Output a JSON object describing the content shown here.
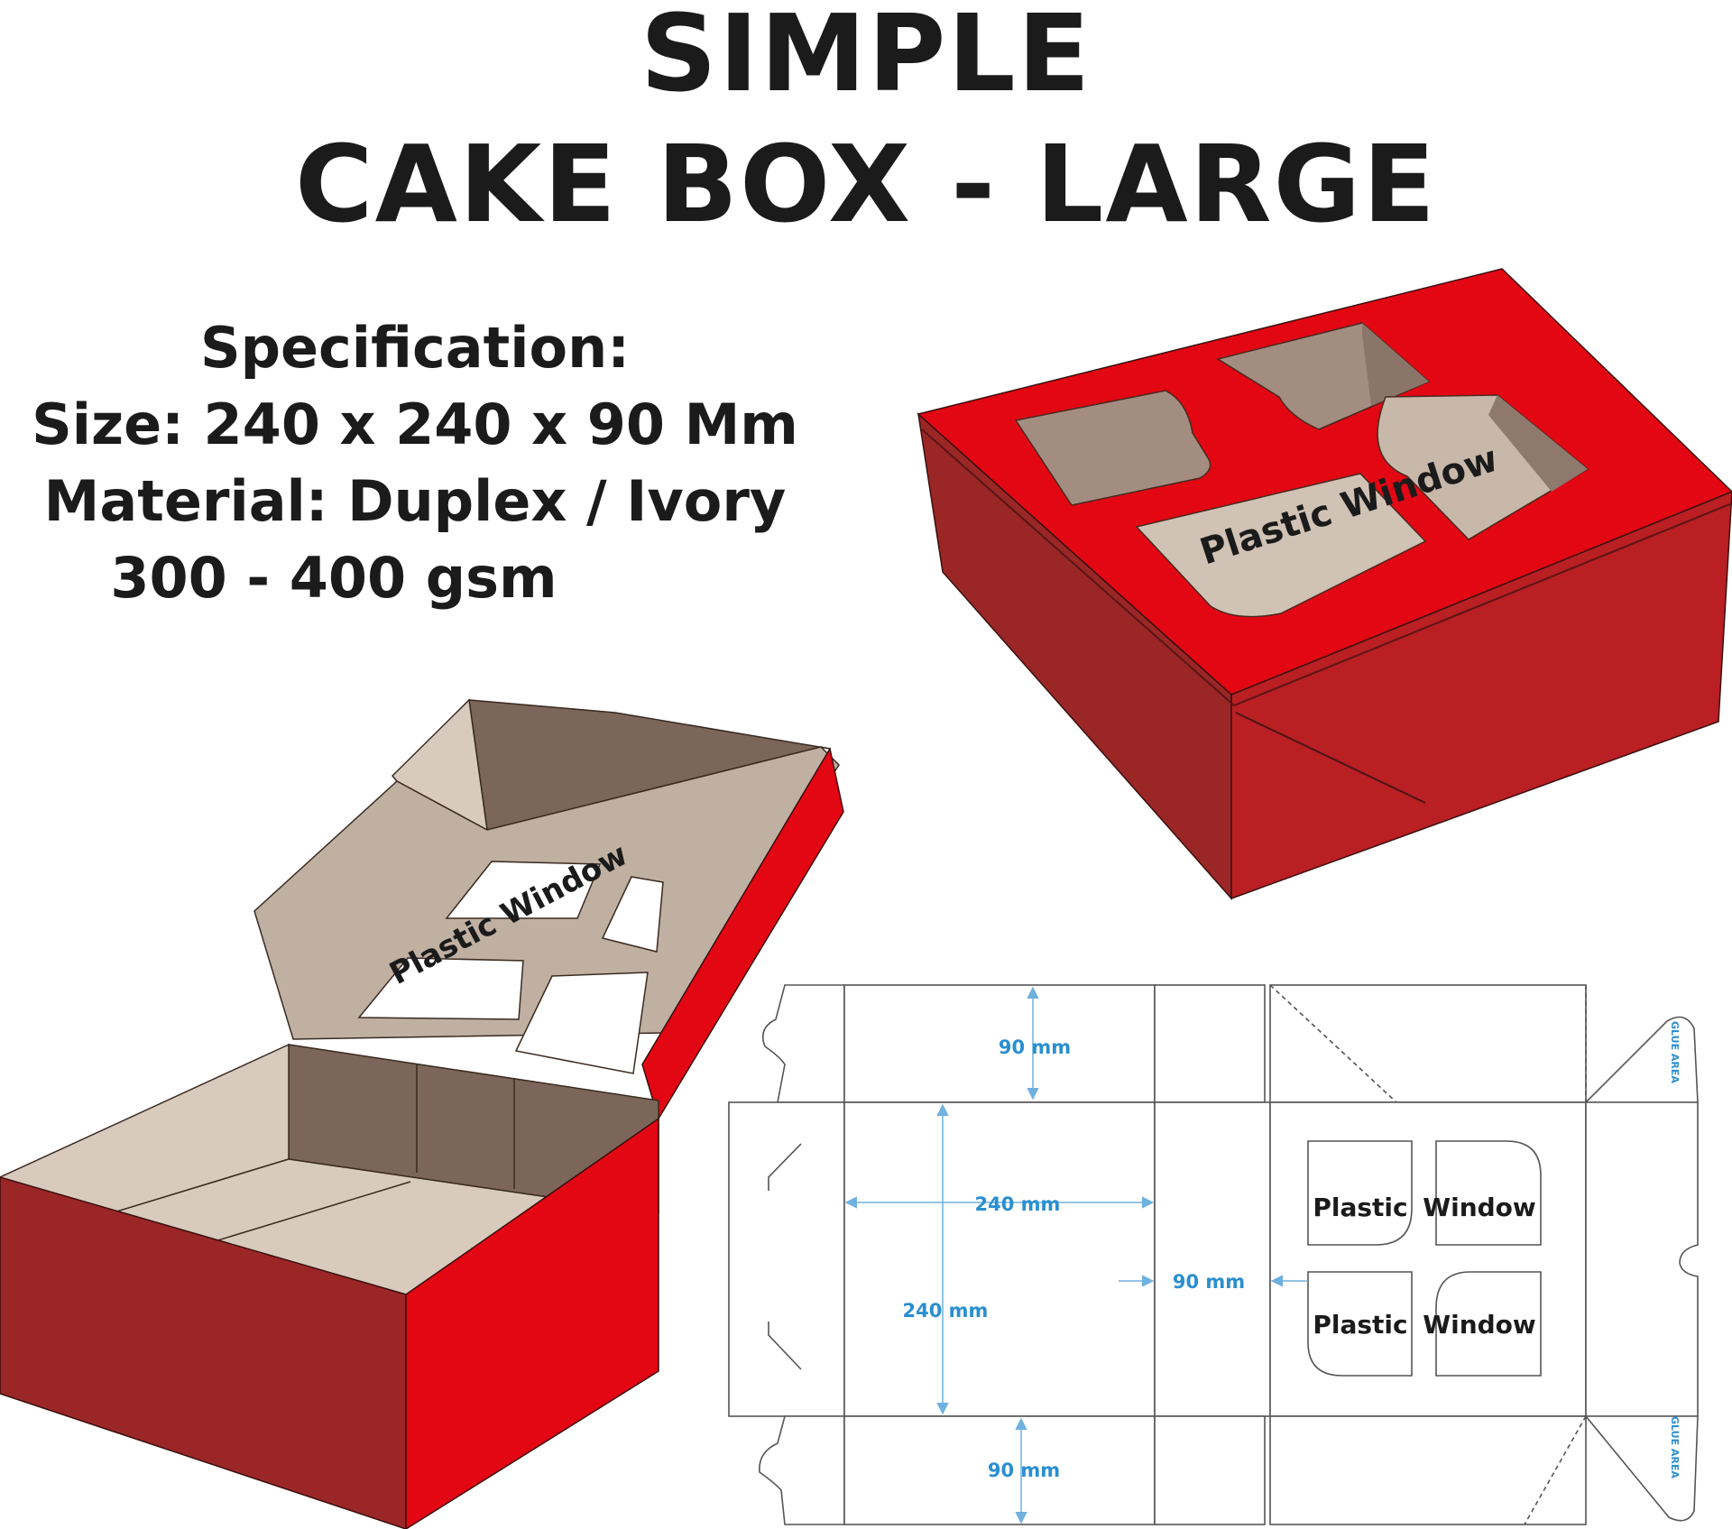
{
  "title": {
    "line1": "SIMPLE",
    "line2": "CAKE BOX - LARGE"
  },
  "specification": {
    "heading": "Specification:",
    "size": "Size: 240 x 240 x 90 Mm",
    "material": "Material: Duplex / Ivory",
    "weight": "300 - 400 gsm"
  },
  "closed_box": {
    "window_label": "Plastic Window"
  },
  "open_box": {
    "window_label": "Plastic Window"
  },
  "dieline": {
    "dim_top": "90 mm",
    "dim_width": "240 mm",
    "dim_height": "240 mm",
    "dim_side": "90 mm",
    "dim_bottom": "90 mm",
    "glue_top": "GLUE AREA",
    "glue_bottom": "GLUE AREA",
    "window_1_word1": "Plastic",
    "window_1_word2": "Window",
    "window_2_word1": "Plastic",
    "window_2_word2": "Window"
  },
  "colors": {
    "red_bright": "#e30613",
    "red_dark": "#9b2626",
    "board_light": "#d8cbbd",
    "board_mid": "#bfb0a2",
    "board_dark": "#7b6659",
    "window_gray": "#a38d80",
    "dim_blue": "#2a8fd0"
  }
}
